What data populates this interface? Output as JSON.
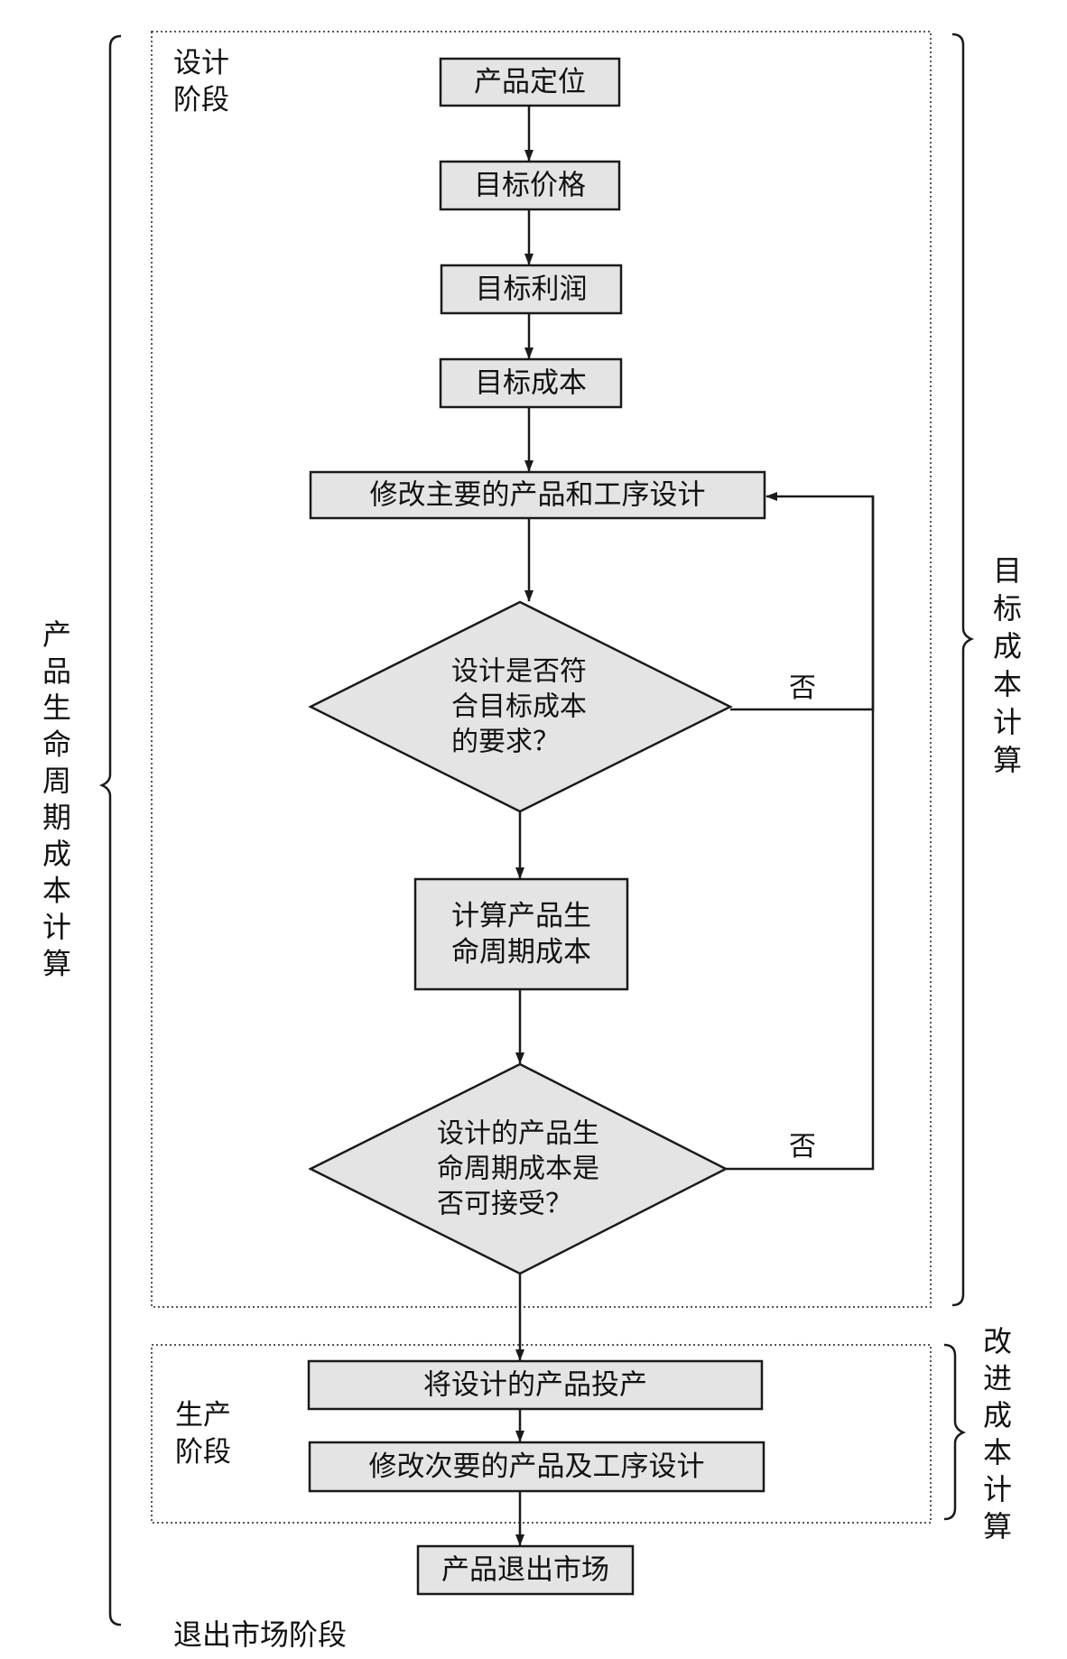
{
  "stages": {
    "design": {
      "label_lines": [
        "设计",
        "阶段"
      ]
    },
    "production": {
      "label_lines": [
        "生产",
        "阶段"
      ]
    },
    "exit": {
      "label": "退出市场阶段"
    }
  },
  "side_labels": {
    "lifecycle_cost": "产品生命周期成本计算",
    "target_cost": "目标成本计算",
    "kaizen_cost": "改进成本计算"
  },
  "nodes": {
    "product_positioning": {
      "type": "process",
      "lines": [
        "产品定位"
      ]
    },
    "target_price": {
      "type": "process",
      "lines": [
        "目标价格"
      ]
    },
    "target_profit": {
      "type": "process",
      "lines": [
        "目标利润"
      ]
    },
    "target_cost": {
      "type": "process",
      "lines": [
        "目标成本"
      ]
    },
    "modify_major_design": {
      "type": "process",
      "lines": [
        "修改主要的产品和工序设计"
      ]
    },
    "decision_meets_target": {
      "type": "decision",
      "lines": [
        "设计是否符",
        "合目标成本",
        "的要求？"
      ]
    },
    "compute_lifecycle_cost": {
      "type": "process",
      "lines": [
        "计算产品生",
        "命周期成本"
      ]
    },
    "decision_lifecycle_acceptable": {
      "type": "decision",
      "lines": [
        "设计的产品生",
        "命周期成本是",
        "否可接受？"
      ]
    },
    "put_into_production": {
      "type": "process",
      "lines": [
        "将设计的产品投产"
      ]
    },
    "modify_minor_design": {
      "type": "process",
      "lines": [
        "修改次要的产品及工序设计"
      ]
    },
    "product_exit_market": {
      "type": "process",
      "lines": [
        "产品退出市场"
      ]
    }
  },
  "edges": {
    "no_label_1": "否",
    "no_label_2": "否"
  },
  "colors": {
    "box_fill": "#e4e4e4",
    "stroke": "#1a1a1a",
    "dotted": "#555555"
  }
}
